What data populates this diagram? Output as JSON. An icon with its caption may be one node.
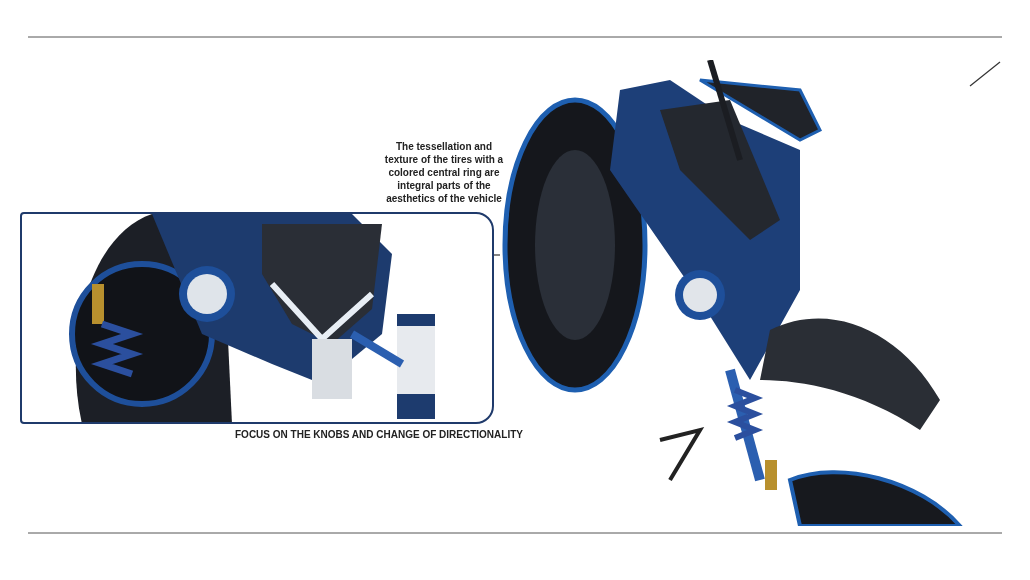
{
  "diagram": {
    "nodes": [
      {
        "text": [],
        "shape": "picture",
        "beside": [
          "FOCUS ON THE KNOBS AND CHANGE OF DIRECTIONALITY"
        ]
      },
      {
        "text": [],
        "shape": "picture"
      }
    ],
    "edges": [
      {
        "from": 0,
        "to": 1,
        "arrow": "none"
      },
      {
        "from": null,
        "to": 1,
        "arrow": "none"
      }
    ],
    "labels": [
      "The tessellation and texture of the tires with a colored central ring are integral parts of the aesthetics of the vehicle"
    ]
  }
}
